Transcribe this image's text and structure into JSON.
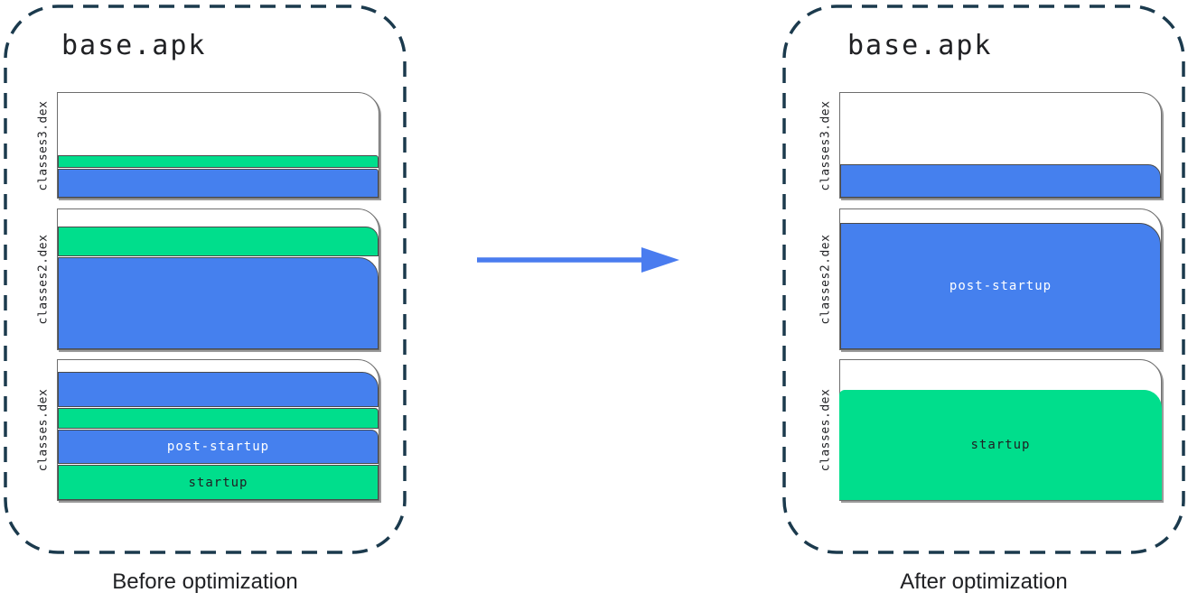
{
  "colors": {
    "green": "#00DE8C",
    "blue": "#4580EE",
    "arrow": "#4A7CEF",
    "dash": "#1B3A4D",
    "text_dark": "#202124",
    "band_label_on_blue": "#FFFFFF",
    "band_label_on_green": "#202124"
  },
  "panels": [
    {
      "title": "base.apk",
      "caption": "Before optimization",
      "files": [
        {
          "label": "classes3.dex",
          "bands": [
            {
              "color": "white",
              "h": 68
            },
            {
              "color": "green",
              "h": 14,
              "r": 3
            },
            {
              "color": "blue",
              "h": 32,
              "r": 3
            }
          ]
        },
        {
          "label": "classes2.dex",
          "bands": [
            {
              "color": "white",
              "h": 18
            },
            {
              "color": "green",
              "h": 33,
              "r": 14
            },
            {
              "color": "blue",
              "h": 102,
              "r": 22
            }
          ]
        },
        {
          "label": "classes.dex",
          "bands": [
            {
              "color": "white",
              "h": 12
            },
            {
              "color": "blue",
              "h": 39,
              "r": 18
            },
            {
              "color": "green",
              "h": 23,
              "r": 4
            },
            {
              "color": "blue",
              "h": 38,
              "r": 8,
              "label": "post-startup",
              "text": "band_label_on_blue"
            },
            {
              "color": "green",
              "h": 39,
              "label": "startup",
              "text": "band_label_on_green"
            }
          ]
        }
      ]
    },
    {
      "title": "base.apk",
      "caption": "After optimization",
      "files": [
        {
          "label": "classes3.dex",
          "bands": [
            {
              "color": "white",
              "h": 78
            },
            {
              "color": "blue",
              "h": 37,
              "r": 14
            }
          ]
        },
        {
          "label": "classes2.dex",
          "bands": [
            {
              "color": "white",
              "h": 14
            },
            {
              "color": "blue",
              "h": 140,
              "r": 24,
              "label": "post-startup",
              "text": "band_label_on_blue"
            }
          ]
        },
        {
          "label": "classes.dex",
          "bands": [
            {
              "color": "white",
              "h": 32
            },
            {
              "color": "green",
              "h": 122,
              "r": 20,
              "border": false,
              "bleed": true,
              "label": "startup",
              "text": "band_label_on_green"
            }
          ]
        }
      ]
    }
  ],
  "arrow": {
    "direction": "right"
  }
}
